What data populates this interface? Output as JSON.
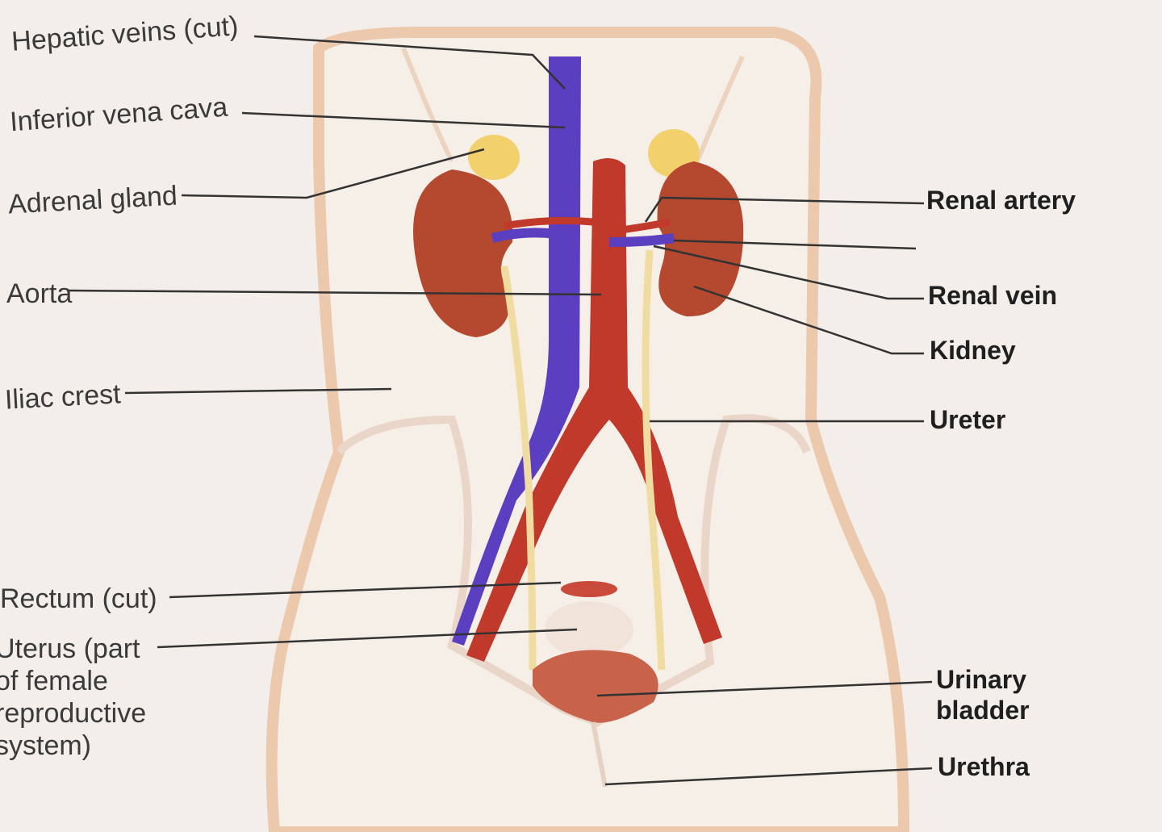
{
  "labels_left": [
    {
      "id": "hepatic-veins",
      "text": "Hepatic veins (cut)"
    },
    {
      "id": "inferior-vena-cava",
      "text": "Inferior vena cava"
    },
    {
      "id": "adrenal-gland",
      "text": "Adrenal gland"
    },
    {
      "id": "aorta",
      "text": "Aorta"
    },
    {
      "id": "iliac-crest",
      "text": "Iliac crest"
    },
    {
      "id": "rectum",
      "text": "Rectum (cut)"
    },
    {
      "id": "uterus",
      "text": "Uterus (part\nof female\nreproductive\nsystem)"
    }
  ],
  "labels_right": [
    {
      "id": "renal-artery",
      "text": "Renal artery"
    },
    {
      "id": "renal-vein",
      "text": "Renal vein"
    },
    {
      "id": "kidney",
      "text": "Kidney"
    },
    {
      "id": "ureter",
      "text": "Ureter"
    },
    {
      "id": "urinary-bladder",
      "text": "Urinary\nbladder"
    },
    {
      "id": "urethra",
      "text": "Urethra"
    }
  ],
  "colors": {
    "background": "#f3eeea",
    "body_outline": "#e8c4a8",
    "vein": "#5a3fc0",
    "artery": "#c0392b",
    "kidney": "#b5492f",
    "adrenal": "#f2d06b",
    "ureter": "#f0dca0",
    "bladder": "#c9624a",
    "leader_line": "#333333"
  }
}
